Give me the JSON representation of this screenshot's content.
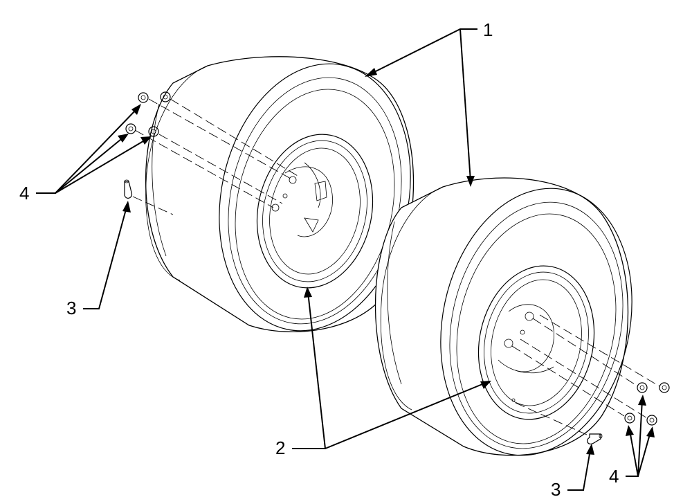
{
  "callouts": [
    {
      "id": "wheel-assembly",
      "label": "1"
    },
    {
      "id": "wheel-rim",
      "label": "2"
    },
    {
      "id": "valve-stem-left",
      "label": "3"
    },
    {
      "id": "valve-stem-right",
      "label": "3"
    },
    {
      "id": "lug-nuts-left",
      "label": "4"
    },
    {
      "id": "lug-nuts-right",
      "label": "4"
    }
  ]
}
